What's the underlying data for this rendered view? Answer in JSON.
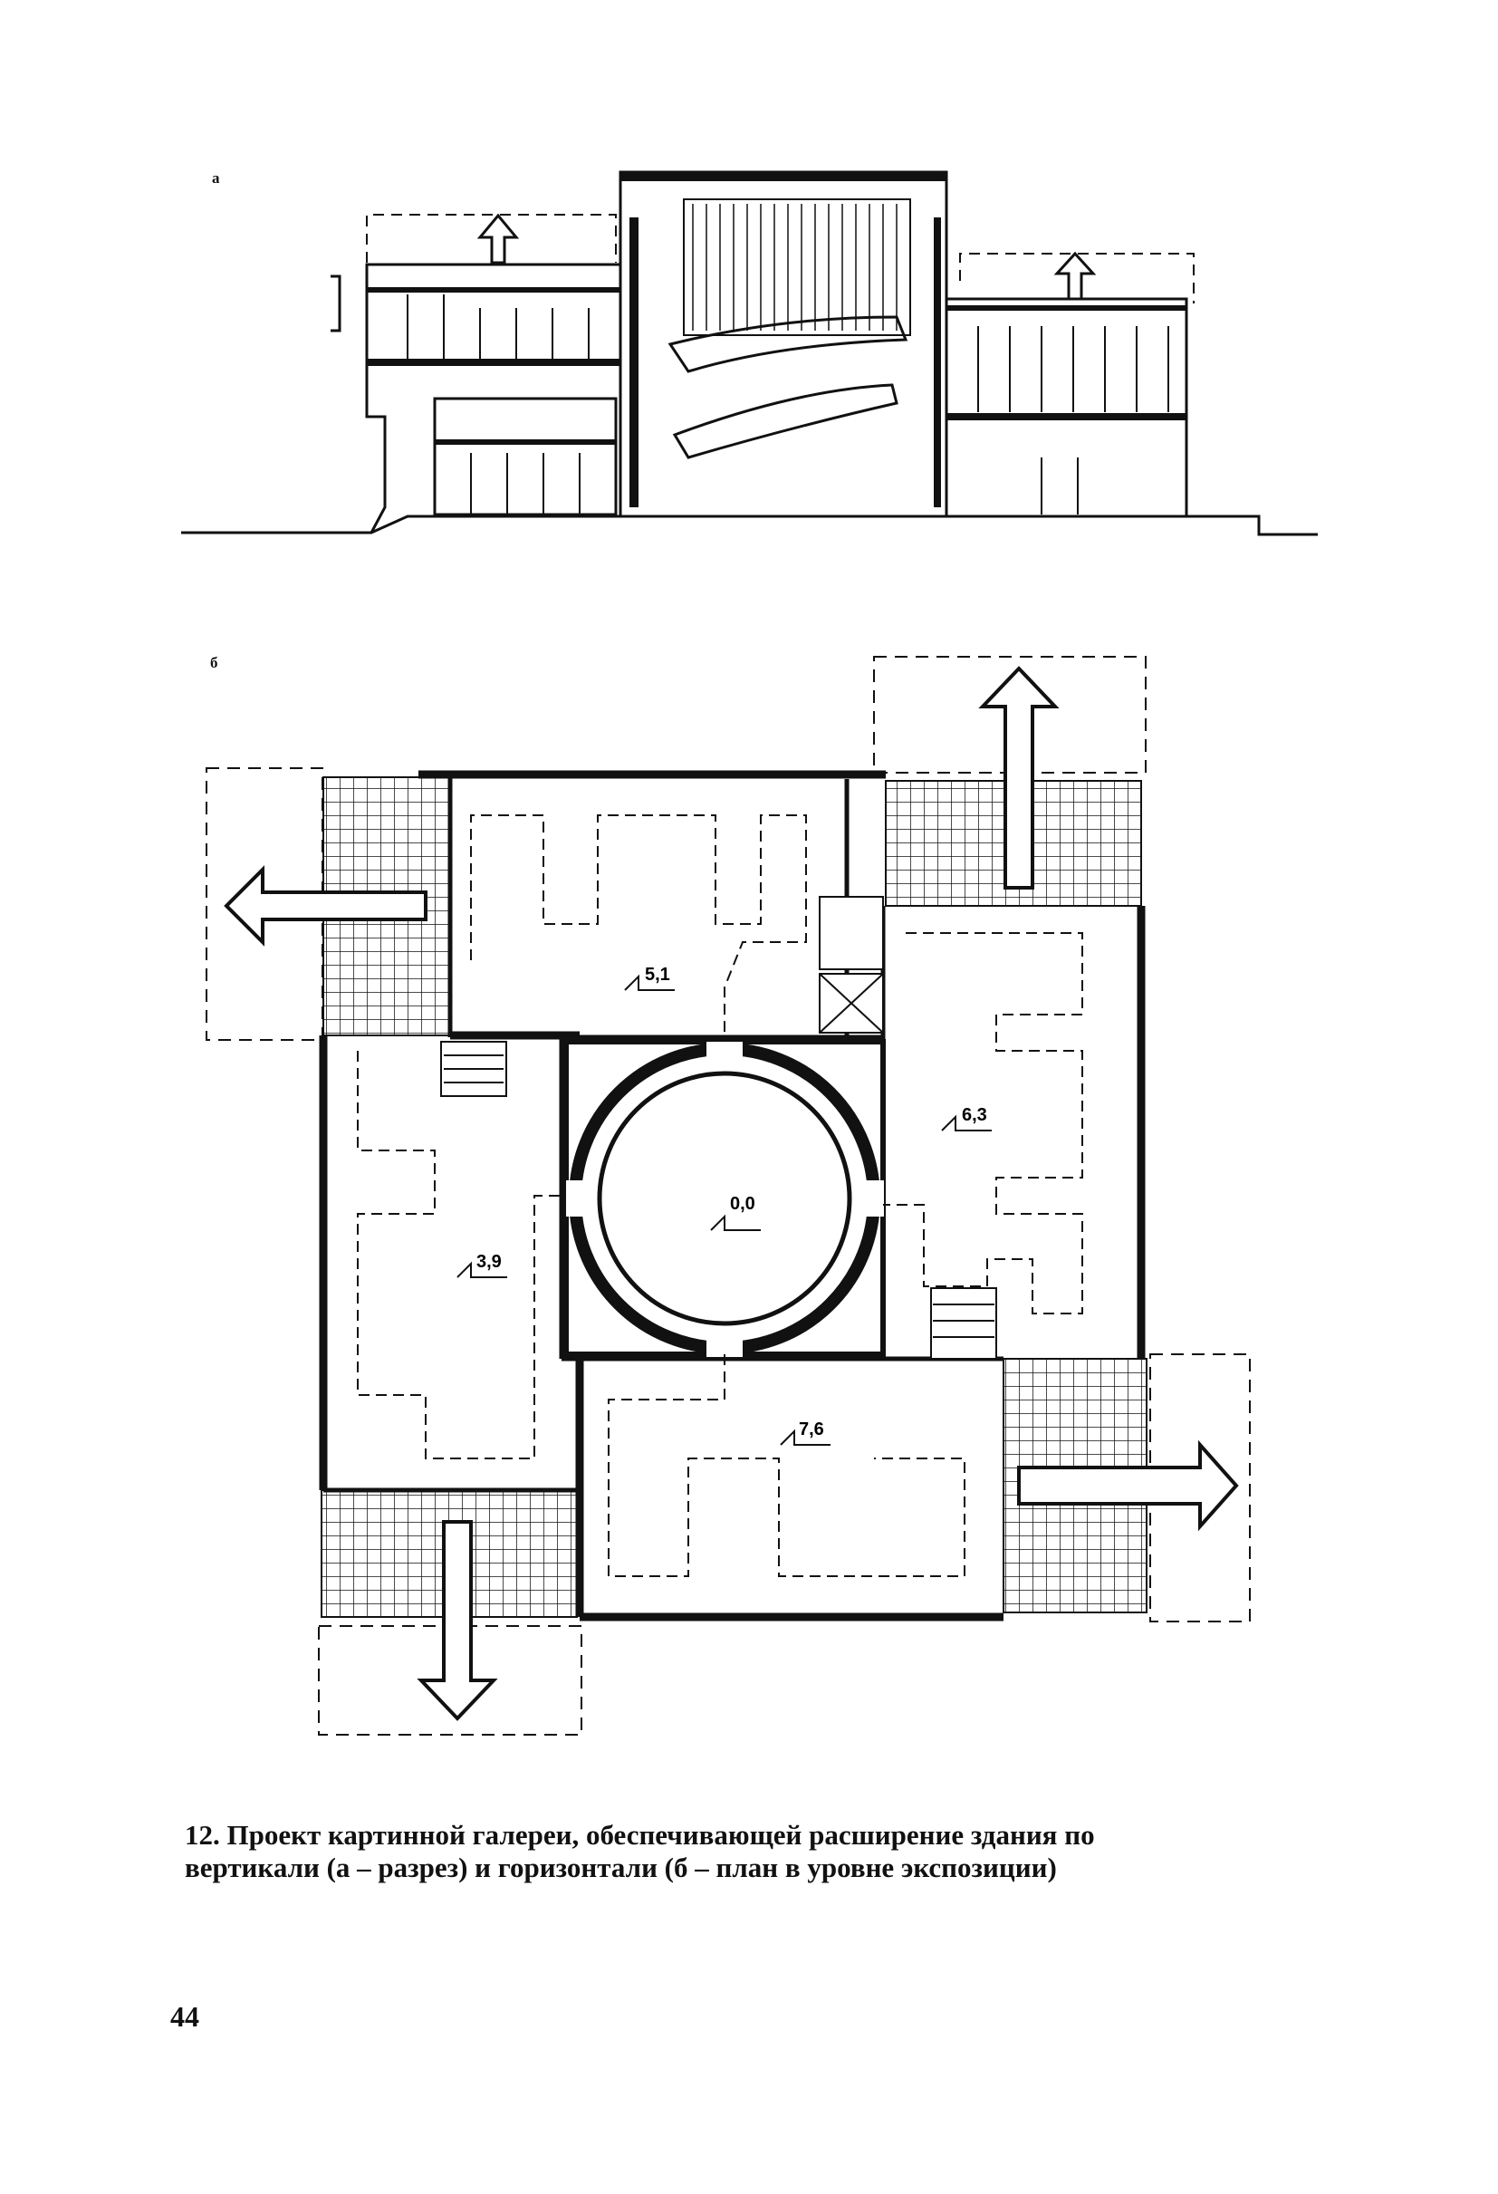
{
  "figure": {
    "section_label": "а",
    "plan_label": "б",
    "levels": {
      "north": "5,1",
      "east": "6,3",
      "center": "0,0",
      "west": "3,9",
      "south": "7,6"
    }
  },
  "caption": {
    "line1": "12. Проект картинной галереи, обеспечивающей расширение здания по",
    "line2": "вертикали (а – разрез) и горизонтали (б – план в уровне экспозиции)"
  },
  "page_number": "44"
}
